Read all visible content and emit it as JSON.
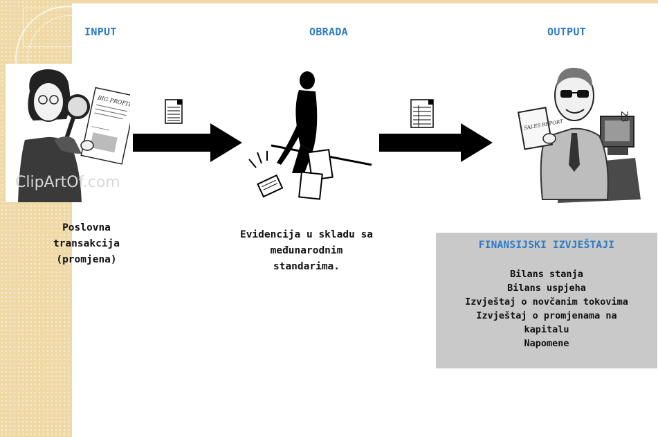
{
  "stages": [
    {
      "title": "INPUT",
      "caption": "Poslovna\ntransakcija\n(promjena)"
    },
    {
      "title": "OBRADA",
      "caption": "Evidencija u skladu sa\nmeđunarodnim\nstandarima."
    },
    {
      "title": "OUTPUT",
      "caption": ""
    }
  ],
  "report": {
    "title": "FINANSIJSKI IZVJEŠTAJI",
    "items": [
      "Bilans stanja",
      "Bilans uspjeha",
      "Izvještaj o novčanim tokovima",
      "Izvještaj o promjenama na",
      "kapitalu",
      "Napomene"
    ]
  },
  "illustrations": {
    "input_watermark": "ClipArtOf.com",
    "input_paper_heading": "BIG PROFIT",
    "output_badge": "23",
    "output_report_label": "SALES REPORT"
  }
}
